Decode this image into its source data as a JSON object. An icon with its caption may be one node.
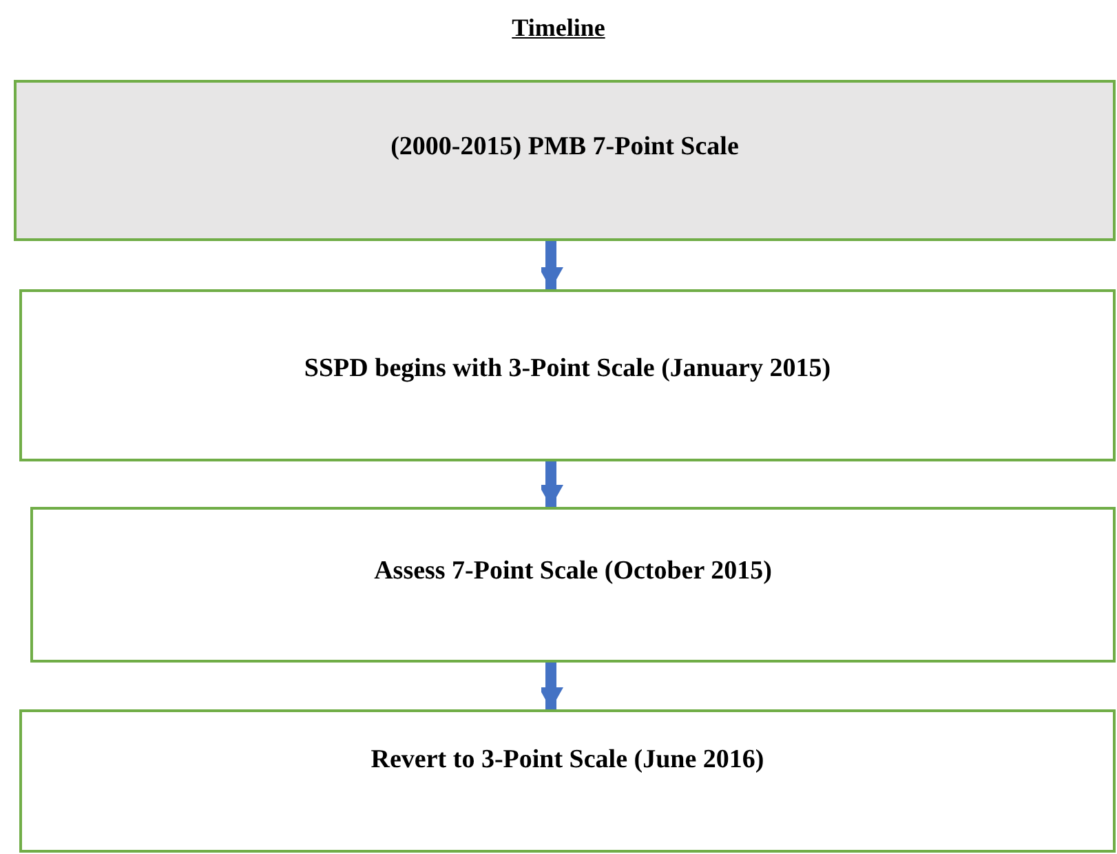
{
  "diagram": {
    "title": "Timeline",
    "nodes": [
      {
        "text": [
          "(2000-2015) PMB 7-Point Scale"
        ]
      },
      {
        "text": [
          "SSPD begins with 3-Point Scale (January 2015)"
        ]
      },
      {
        "text": [
          "Assess 7-Point Scale (October 2015)"
        ]
      },
      {
        "text": [
          "Revert to 3-Point Scale (June 2016)"
        ]
      }
    ],
    "edges": [
      {
        "from": 0,
        "to": 1,
        "arrow": "to"
      },
      {
        "from": 1,
        "to": 2,
        "arrow": "to"
      },
      {
        "from": 2,
        "to": 3,
        "arrow": "to"
      }
    ]
  }
}
